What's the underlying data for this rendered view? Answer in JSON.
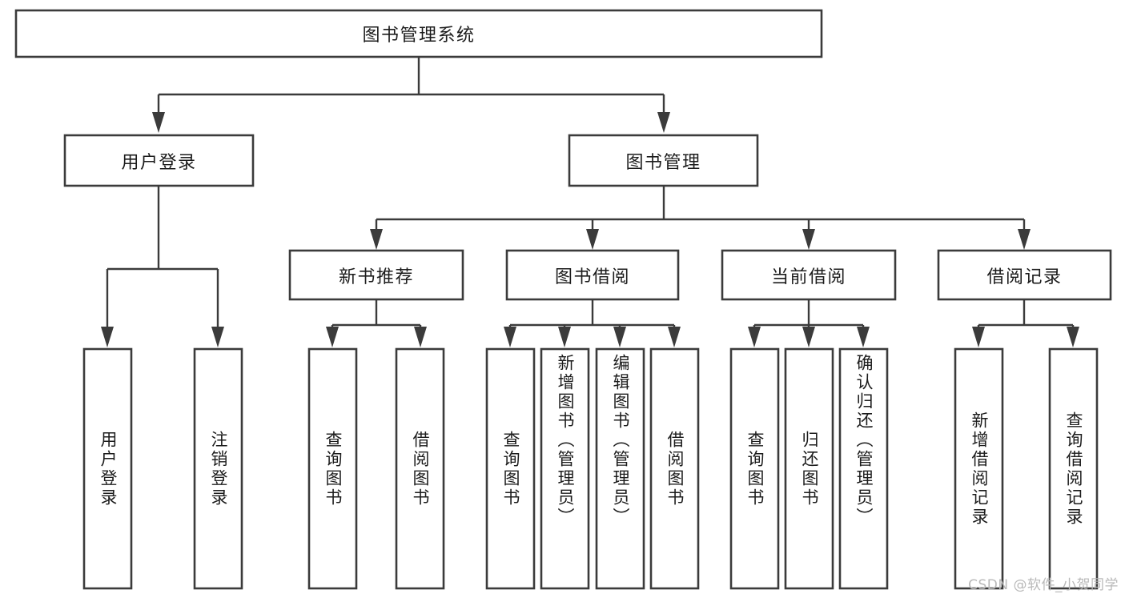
{
  "diagram": {
    "type": "tree-hierarchy",
    "title": "图书管理系统",
    "watermark": "CSDN @软件_小贺同学",
    "colors": {
      "box_stroke": "#3b3b3b",
      "box_fill": "#ffffff",
      "connector": "#3b3b3b",
      "text": "#1c1c1c",
      "background": "#ffffff",
      "watermark": "#b9b9b9"
    },
    "levels": {
      "root": {
        "label": "图书管理系统"
      },
      "level2": [
        {
          "label": "用户登录"
        },
        {
          "label": "图书管理"
        }
      ],
      "level3": [
        {
          "label": "新书推荐"
        },
        {
          "label": "图书借阅"
        },
        {
          "label": "当前借阅"
        },
        {
          "label": "借阅记录"
        }
      ],
      "leaves": {
        "user_login": [
          {
            "label": "用户登录"
          },
          {
            "label": "注销登录"
          }
        ],
        "new_book_recommend": [
          {
            "label": "查询图书"
          },
          {
            "label": "借阅图书"
          }
        ],
        "book_borrow": [
          {
            "label": "查询图书"
          },
          {
            "label": "新增图书（管理员）"
          },
          {
            "label": "编辑图书（管理员）"
          },
          {
            "label": "借阅图书"
          }
        ],
        "current_borrow": [
          {
            "label": "查询图书"
          },
          {
            "label": "归还图书"
          },
          {
            "label": "确认归还（管理员）"
          }
        ],
        "borrow_record": [
          {
            "label": "新增借阅记录"
          },
          {
            "label": "查询借阅记录"
          }
        ]
      }
    }
  }
}
